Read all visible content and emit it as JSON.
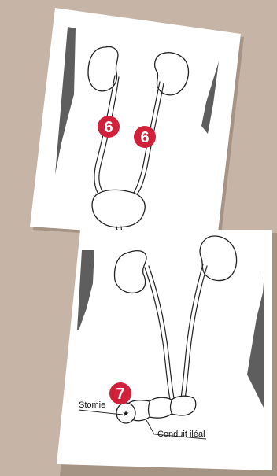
{
  "colors": {
    "background": "#c6b5a6",
    "card": "#ffffff",
    "flank": "#5e5e5e",
    "badge": "#d1213a",
    "outline": "#222222"
  },
  "top_panel": {
    "badges": [
      "6",
      "6"
    ]
  },
  "bottom_panel": {
    "badge": "7",
    "stoma_label": "Stomie",
    "conduit_label": "Conduit iléal"
  }
}
